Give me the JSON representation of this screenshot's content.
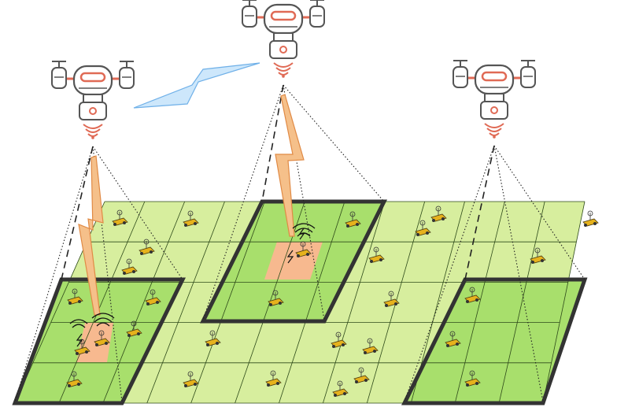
{
  "scene": {
    "description_icons": [
      "uav-drone-icon",
      "ground-device-icon",
      "wireless-signal-icon",
      "lightning-link-icon"
    ],
    "colors": {
      "field_light": "#d7ee9e",
      "field_dark": "#a8df6c",
      "grid_line": "#2e4a1a",
      "cluster_border": "#333333",
      "drone_stroke": "#e06a55",
      "drone_body": "#f3d9b5",
      "drone_line": "#555555",
      "link_fill": "#f5c08a",
      "link_stroke": "#e08a45",
      "uav_link_fill": "#cde7fb",
      "uav_link_stroke": "#6fb0e8",
      "device_fill": "#e6b21d",
      "highlight_cell": "#f7b98f"
    },
    "drones": [
      {
        "id": "uav-1",
        "label": ""
      },
      {
        "id": "uav-2",
        "label": ""
      },
      {
        "id": "uav-3",
        "label": ""
      }
    ],
    "clusters": 3,
    "highlighted_cells": 2
  }
}
